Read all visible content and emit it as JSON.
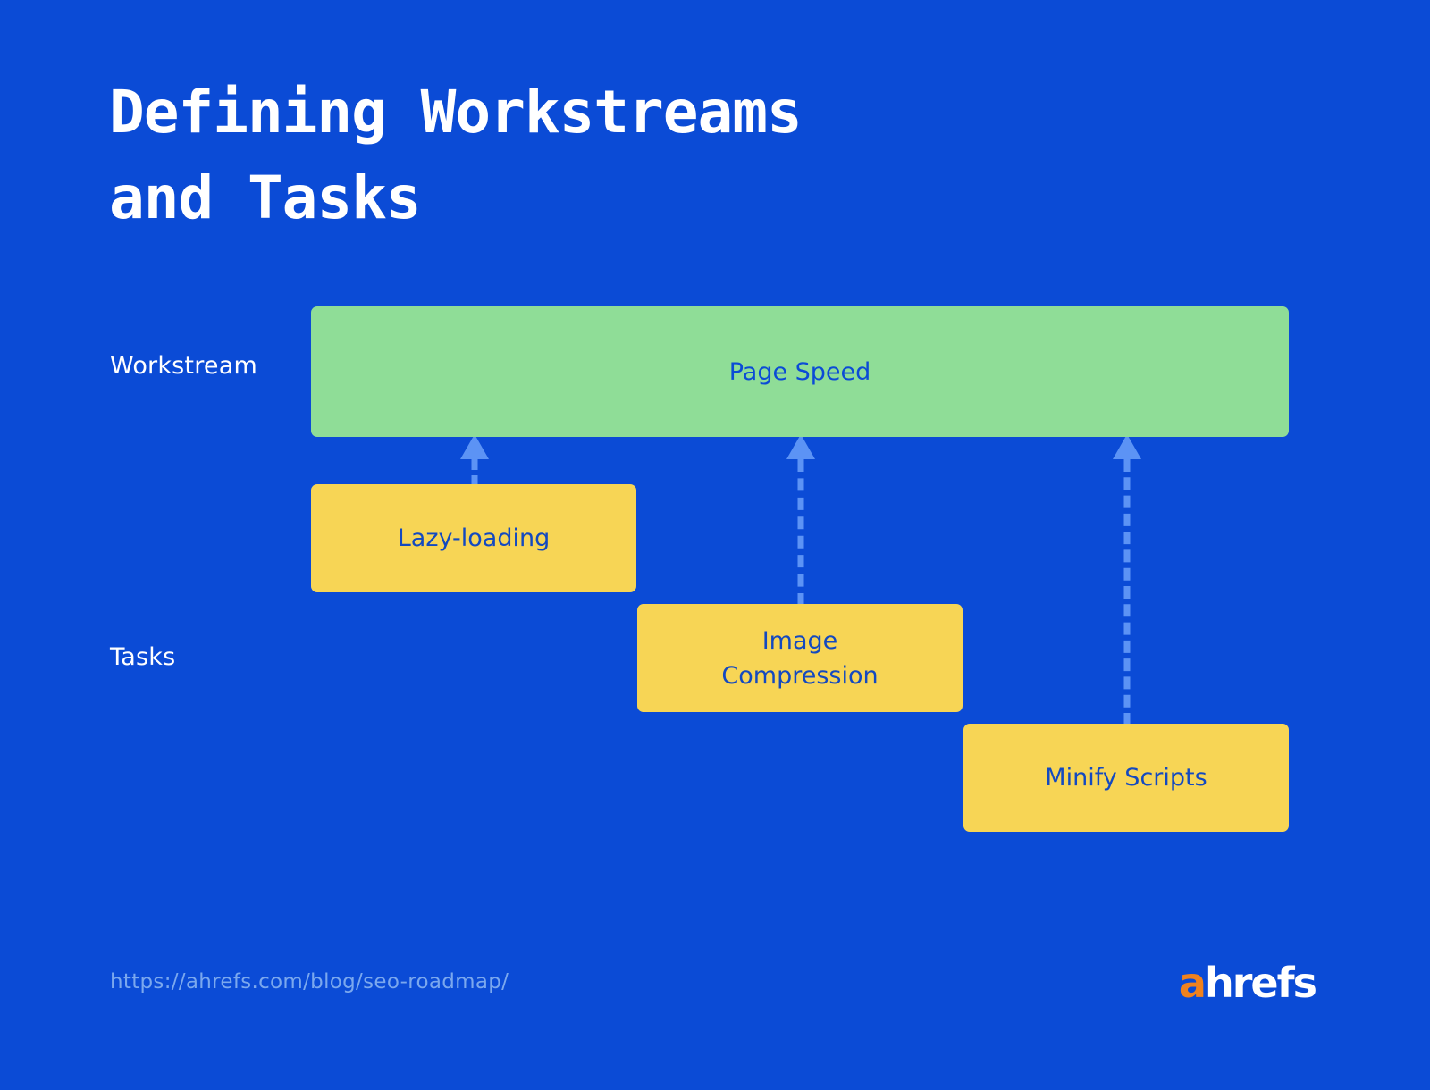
{
  "page": {
    "title": "Defining Workstreams\nand Tasks",
    "background_color": "#0B4BD6"
  },
  "colors": {
    "background": "#0B4BD6",
    "workstream_box": "#8FDD97",
    "task_box": "#F7D555",
    "connector": "#5C93F5",
    "title_text": "#FFFFFF",
    "box_text": "#1349C0",
    "url_text": "#7BA8EE",
    "brand_accent": "#F0821E"
  },
  "labels": {
    "workstream": "Workstream",
    "tasks": "Tasks"
  },
  "diagram": {
    "workstream": {
      "label": "Page Speed"
    },
    "tasks": [
      {
        "label": "Lazy-loading"
      },
      {
        "label": "Image\nCompression"
      },
      {
        "label": "Minify Scripts"
      }
    ]
  },
  "footer": {
    "url": "https://ahrefs.com/blog/seo-roadmap/",
    "brand": {
      "accent_letter": "a",
      "rest": "hrefs"
    }
  }
}
